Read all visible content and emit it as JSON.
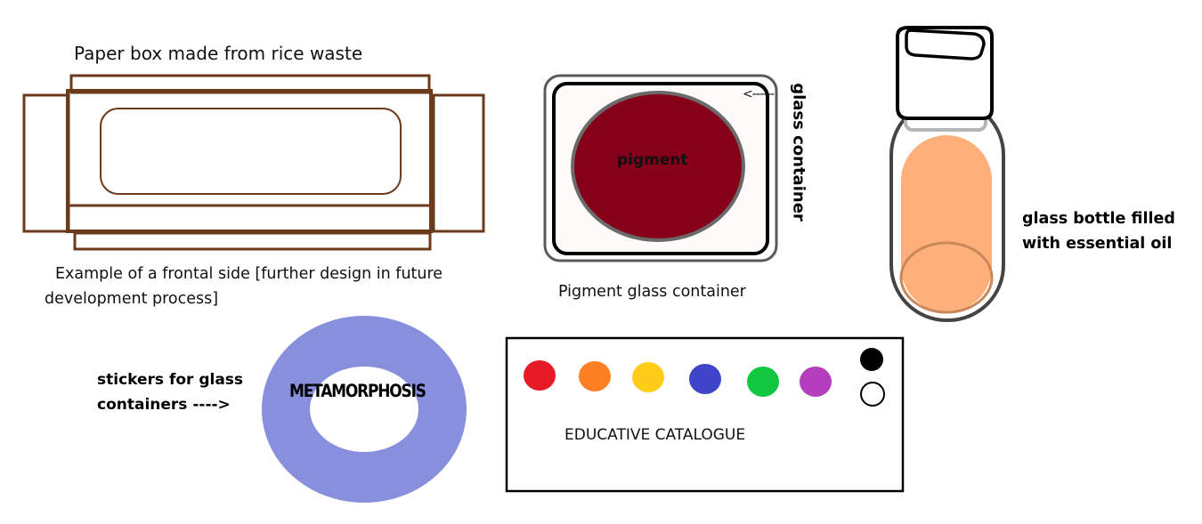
{
  "box": {
    "title": "Paper box made from rice waste",
    "caption_line1": "Example of a frontal side [further design in future",
    "caption_line2": "development process]",
    "stroke_color": "#6b3a1a"
  },
  "pigment_container": {
    "inner_label": "pigment",
    "side_label": "glass container",
    "arrow_text": "<------",
    "caption": "Pigment glass container",
    "pigment_color": "#87001a"
  },
  "bottle": {
    "label_line1": "glass bottle filled",
    "label_line2": "with essential oil",
    "oil_color": "#ffb07a"
  },
  "sticker": {
    "label_line1": "stickers for glass",
    "label_line2": "containers ---->",
    "text": "METAMORPHOSIS",
    "ring_color": "#8890dd"
  },
  "catalogue": {
    "title": "EDUCATIVE CATALOGUE",
    "dot_colors": [
      "#e51b25",
      "#ff7f24",
      "#ffcc1a",
      "#3f45c9",
      "#11c740",
      "#b53ebd",
      "#000000",
      "#ffffff"
    ]
  }
}
